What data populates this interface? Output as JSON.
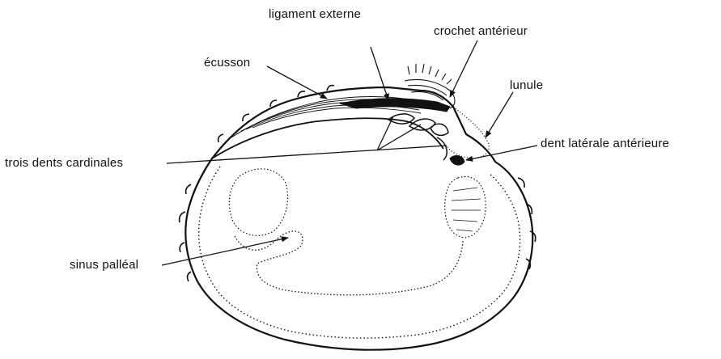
{
  "labels": {
    "ligament_externe": "ligament externe",
    "crochet_anterieur": "crochet antérieur",
    "ecusson": "écusson",
    "lunule": "lunule",
    "dent_laterale_anterieure": "dent latérale antérieure",
    "trois_dents_cardinales": "trois dents cardinales",
    "sinus_palleal": "sinus palléal"
  },
  "colors": {
    "ink": "#111111",
    "background": "#ffffff"
  }
}
